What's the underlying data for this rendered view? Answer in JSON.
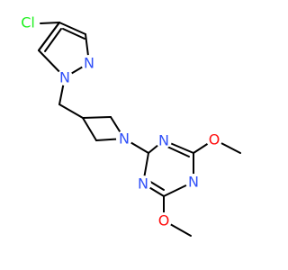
{
  "molecule": {
    "atoms": {
      "cl": "Cl",
      "n_pyrazole_2": "N",
      "n_pyrazole_1": "N",
      "n_azetidine": "N",
      "n_triazine_top": "N",
      "n_triazine_left": "N",
      "n_triazine_bottom": "N",
      "o_top": "O",
      "o_bottom": "O"
    },
    "colors": {
      "bond": "#000000",
      "nitrogen": "#3050F8",
      "oxygen": "#FF0D0D",
      "chlorine": "#1FF01F",
      "background": "#FFFFFF"
    }
  }
}
